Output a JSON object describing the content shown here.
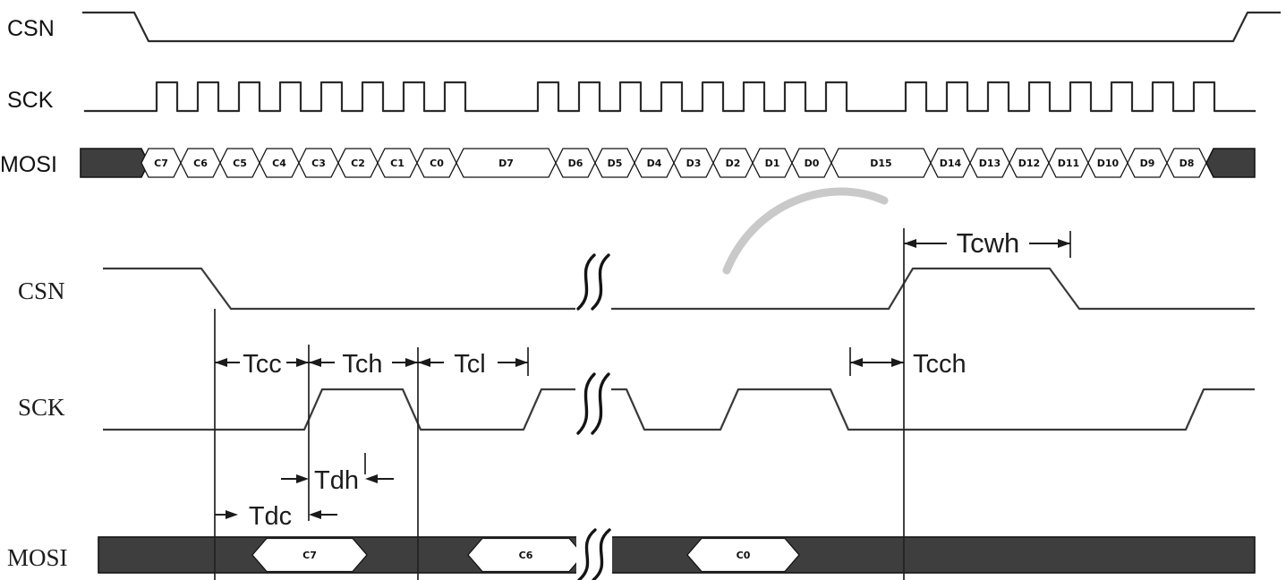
{
  "top_diagram": {
    "signal_labels": {
      "csn": "CSN",
      "sck": "SCK",
      "mosi": "MOSI"
    },
    "sck_clock": {
      "period": 46,
      "high_width": 23,
      "groups": [
        {
          "start": 175,
          "pulses": 8
        },
        {
          "start": 601,
          "pulses": 8
        },
        {
          "start": 1012,
          "pulses": 8
        }
      ]
    },
    "mosi_cells": [
      {
        "label": "C7"
      },
      {
        "label": "C6"
      },
      {
        "label": "C5"
      },
      {
        "label": "C4"
      },
      {
        "label": "C3"
      },
      {
        "label": "C2"
      },
      {
        "label": "C1"
      },
      {
        "label": "C0"
      },
      {
        "label": "D7",
        "wide": true
      },
      {
        "label": "D6"
      },
      {
        "label": "D5"
      },
      {
        "label": "D4"
      },
      {
        "label": "D3"
      },
      {
        "label": "D2"
      },
      {
        "label": "D1"
      },
      {
        "label": "D0"
      },
      {
        "label": "D15",
        "wide": true
      },
      {
        "label": "D14"
      },
      {
        "label": "D13"
      },
      {
        "label": "D12"
      },
      {
        "label": "D11"
      },
      {
        "label": "D10"
      },
      {
        "label": "D9"
      },
      {
        "label": "D8"
      }
    ]
  },
  "bottom_diagram": {
    "signal_labels": {
      "csn": "CSN",
      "sck": "SCK",
      "mosi": "MOSI"
    },
    "timing_labels": {
      "tcwh": "Tcwh",
      "tcc": "Tcc",
      "tch": "Tch",
      "tcl": "Tcl",
      "tcch": "Tcch",
      "tdh": "Tdh",
      "tdc": "Tdc"
    },
    "mosi_cells": [
      {
        "label": "C7"
      },
      {
        "label": "C6"
      },
      {
        "label": "C0"
      }
    ]
  },
  "colors": {
    "signal": "#2b2b2b",
    "bus_fill": "#3e3e3e",
    "watermark": "#c9c9c9"
  }
}
